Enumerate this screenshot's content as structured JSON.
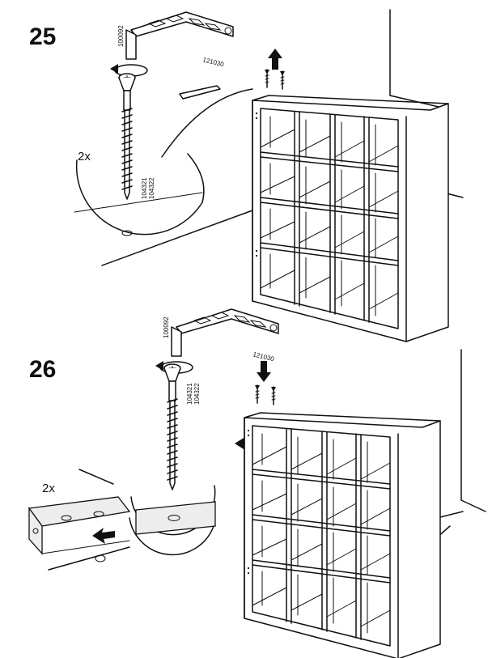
{
  "steps": [
    {
      "number": "25",
      "allen_key_code": "100092",
      "tool_code": "121030",
      "screw_codes": [
        "104321",
        "104322"
      ],
      "quantity": "2x",
      "arrow_direction": "up"
    },
    {
      "number": "26",
      "allen_key_code": "100092",
      "tool_code": "121030",
      "screw_codes": [
        "104321",
        "104322"
      ],
      "quantity": "2x",
      "arrow_direction": "down"
    }
  ]
}
